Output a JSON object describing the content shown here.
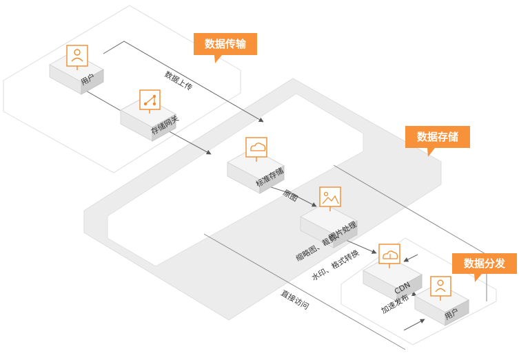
{
  "colors": {
    "accent": "#f7923a",
    "icon": "#f08a2c",
    "line": "#666666",
    "zone_fill": "#ffffff",
    "zone_stroke": "#d9d9d9",
    "band_fill": "#ececec",
    "node_top": "#f5f5f5",
    "node_left": "#e6e6e6",
    "node_right": "#cfcfcf"
  },
  "callouts": {
    "transfer": "数据传输",
    "storage": "数据存储",
    "distribution": "数据分发"
  },
  "nodes": {
    "user_top": {
      "label": "用户",
      "icon": "user-monitor-icon"
    },
    "gateway": {
      "label": "存储网关",
      "icon": "gateway-monitor-icon"
    },
    "standard_storage": {
      "label": "标准存储",
      "icon": "cloud-monitor-icon"
    },
    "image_processing": {
      "label": "图片处理",
      "icon": "image-monitor-icon"
    },
    "cdn": {
      "label": "CDN",
      "icon": "cdn-monitor-icon"
    },
    "user_bottom": {
      "label": "用户",
      "icon": "user-monitor-icon"
    }
  },
  "edges": {
    "upload": "数据上传",
    "original": "原图",
    "thumbnail": "缩略图、裁剪、",
    "watermark": "水印、格式转换",
    "direct": "直接访问",
    "accelerate": "加速发布"
  }
}
